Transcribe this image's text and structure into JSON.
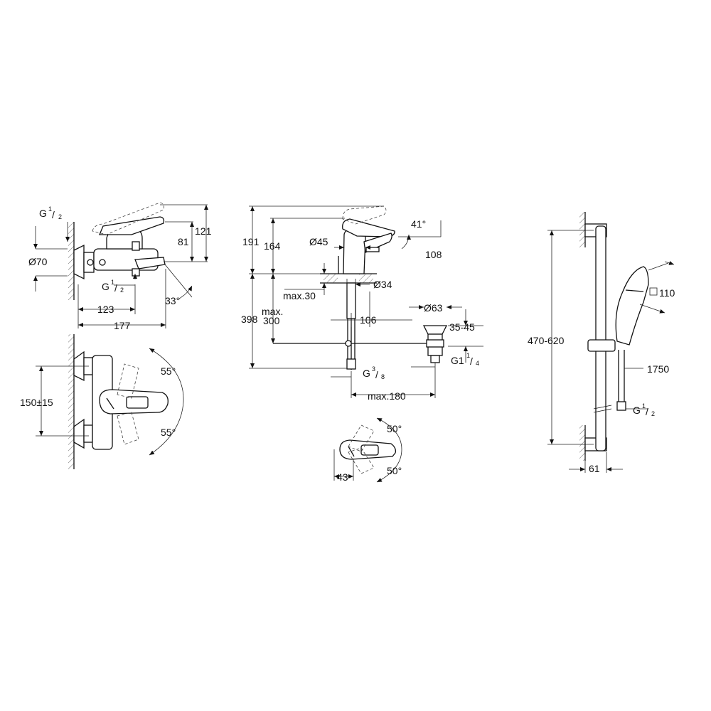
{
  "bath_mixer": {
    "thread_top_main": "G",
    "thread_top_num": "1",
    "thread_top_den": "2",
    "diameter": "Ø70",
    "thread_bottom_main": "G",
    "thread_bottom_num": "1",
    "thread_bottom_den": "2",
    "height_total": "121",
    "height_body": "81",
    "angle_spout": "33°",
    "width_spout": "123",
    "width_total": "177",
    "angle_lever_up": "55°",
    "angle_lever_down": "55°",
    "centres": "150±15"
  },
  "basin_mixer": {
    "height_total": "191",
    "height_body": "164",
    "diameter_top": "Ø45",
    "angle_handle": "41°",
    "spout_height": "108",
    "diameter_base": "Ø34",
    "deck_thickness": "max.30",
    "reach": "106",
    "under_deck_length": "398",
    "max_label": "max.",
    "max_value": "300",
    "waste_diameter": "Ø63",
    "waste_range": "35-45",
    "waste_thread_main": "G1",
    "waste_thread_num": "1",
    "waste_thread_den": "4",
    "feed_thread_main": "G",
    "feed_thread_num": "3",
    "feed_thread_den": "8",
    "pop_up_length": "max.180",
    "lever_angle_up": "50°",
    "lever_angle_down": "50°",
    "lever_offset": "43"
  },
  "shower_set": {
    "rail_length": "470-620",
    "hand_shower_size": "110",
    "hose_length": "1750",
    "thread_main": "G",
    "thread_num": "1",
    "thread_den": "2",
    "rail_projection": "61"
  }
}
